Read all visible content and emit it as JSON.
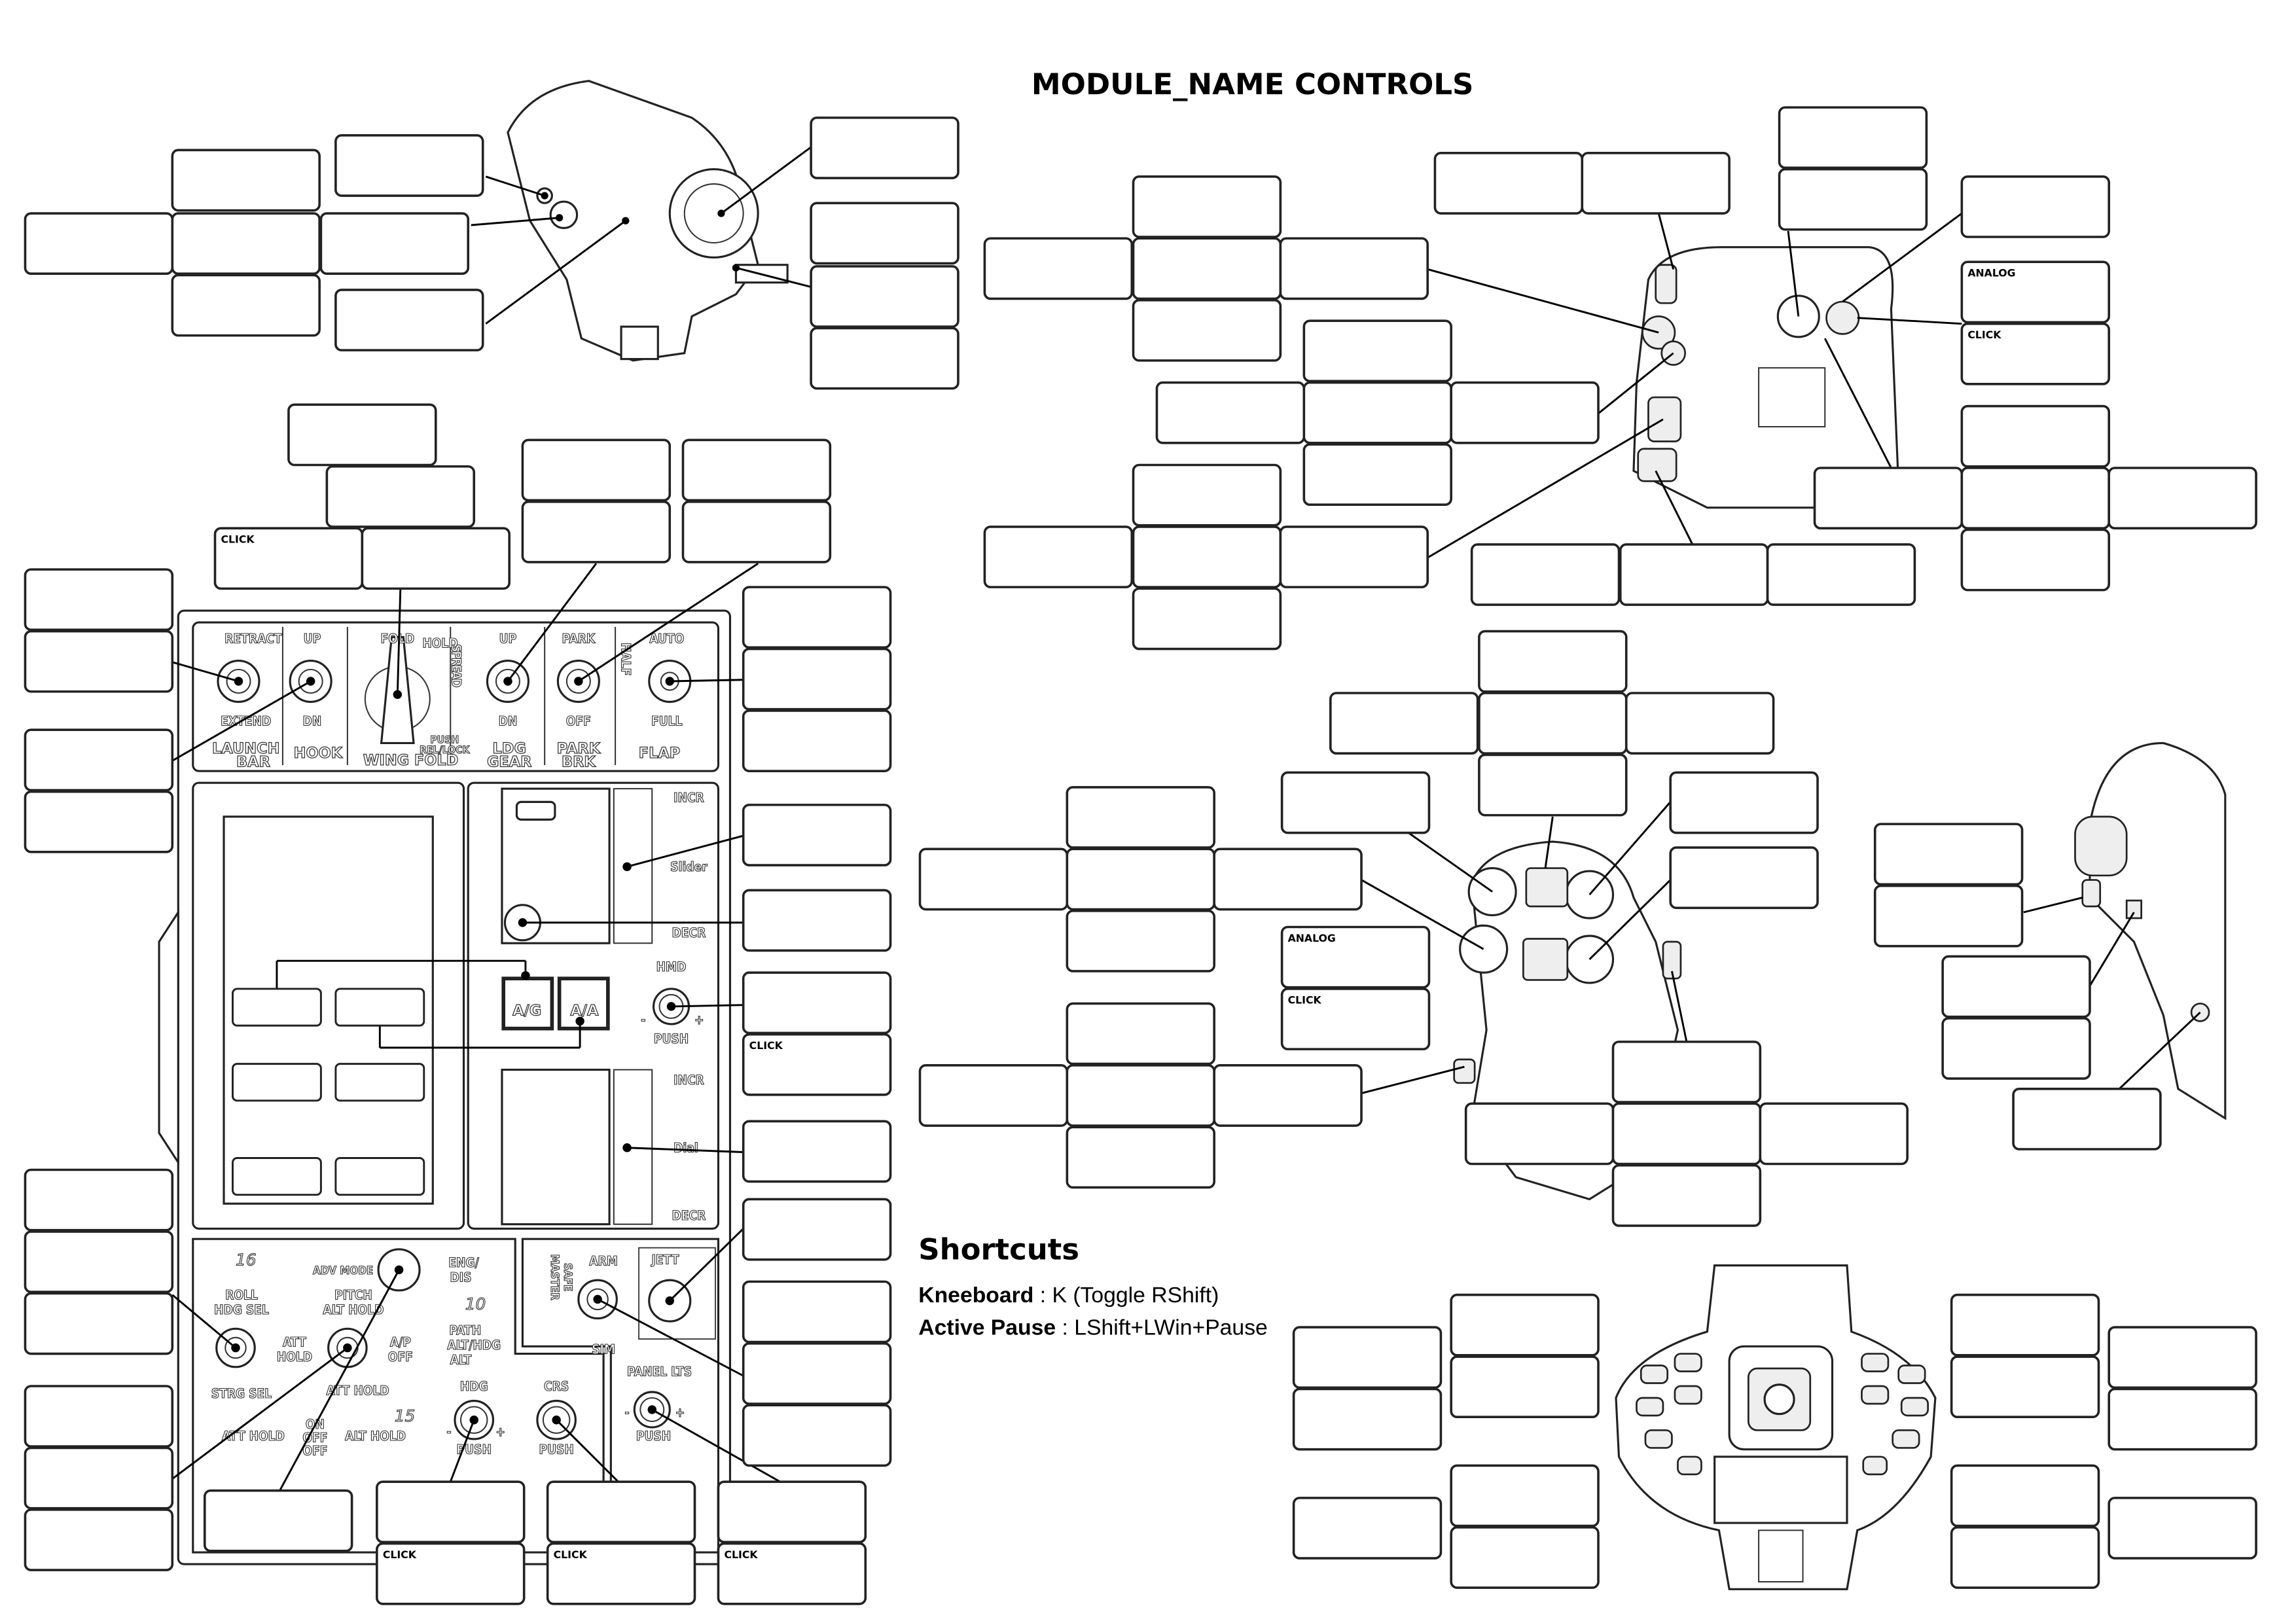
{
  "title": "MODULE_NAME CONTROLS",
  "shortcuts": {
    "heading": "Shortcuts",
    "items": [
      {
        "name": "Kneeboard",
        "sep": " : ",
        "keys": "K (Toggle RShift)"
      },
      {
        "name": "Active Pause",
        "sep": " : ",
        "keys": "LShift+LWin+Pause"
      }
    ]
  },
  "box_tags": {
    "click": "CLICK",
    "analog": "ANALOG"
  },
  "panel": {
    "top": {
      "retract": "RETRACT",
      "extend": "EXTEND",
      "launch": "LAUNCH",
      "bar": "BAR",
      "hook_up": "UP",
      "hook_dn": "DN",
      "hook": "HOOK",
      "fold": "FOLD",
      "hold": "HOLD",
      "spread": "SPREAD",
      "push": "PUSH",
      "rel_lock": "REL/LOCK",
      "wing_fold": "WING FOLD",
      "gear_up": "UP",
      "gear_dn": "DN",
      "ldg": "LDG",
      "gear": "GEAR",
      "park": "PARK",
      "off": "OFF",
      "park2": "PARK",
      "brk": "BRK",
      "half": "HALF",
      "auto": "AUTO",
      "full": "FULL",
      "flap": "FLAP"
    },
    "mid": {
      "incr1": "INCR",
      "slider": "Slider",
      "decr1": "DECR",
      "hmd": "HMD",
      "minus": "-",
      "plus": "+",
      "push": "PUSH",
      "ag": "A/G",
      "aa": "A/A",
      "incr2": "INCR",
      "dial": "Dial",
      "decr2": "DECR"
    },
    "bottom": {
      "n16": "16",
      "n10": "10",
      "n15": "15",
      "adv_mode": "ADV MODE",
      "eng": "ENG/",
      "dis": "DIS",
      "roll": "ROLL",
      "hdg_sel": "HDG SEL",
      "pitch": "PITCH",
      "alt_hold": "ALT HOLD",
      "att": "ATT",
      "hold": "HOLD",
      "ap": "A/P",
      "ap_off": "OFF",
      "path": "PATH",
      "alt_hdg": "ALT/HDG",
      "alt": "ALT",
      "strg_sel": "STRG SEL",
      "att_hold": "ATT HOLD",
      "att_hold2": "ATT HOLD",
      "on": "ON",
      "off1": "OFF",
      "off2": "OFF",
      "alt_hold2": "ALT HOLD",
      "hdg": "HDG",
      "crs": "CRS",
      "push1": "PUSH",
      "push2": "PUSH",
      "arm": "ARM",
      "sim": "SIM",
      "master": "MASTER",
      "safe": "SAFE",
      "jett": "JETT",
      "panel_lts": "PANEL LTS",
      "push3": "PUSH",
      "minus": "-",
      "plus": "+"
    }
  }
}
